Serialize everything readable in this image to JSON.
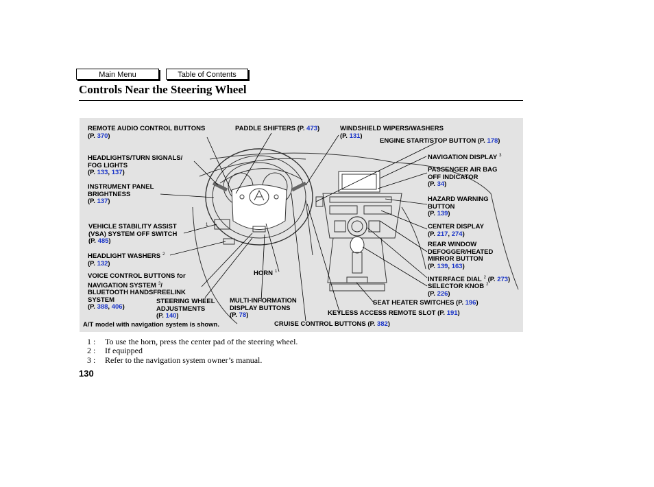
{
  "nav": {
    "main_menu": "Main Menu",
    "table_of_contents": "Table of Contents"
  },
  "page_title": "Controls Near the Steering Wheel",
  "labels": {
    "remote_audio": "REMOTE AUDIO CONTROL BUTTONS",
    "remote_audio_ref": "370",
    "paddle_shifters": "PADDLE SHIFTERS",
    "paddle_shifters_ref": "473",
    "wipers": "WINDSHIELD WIPERS/WASHERS",
    "wipers_ref": "131",
    "engine_start": "ENGINE START/STOP BUTTON",
    "engine_start_ref": "178",
    "headlights_1": "HEADLIGHTS/TURN SIGNALS/",
    "headlights_2": "FOG LIGHTS",
    "headlights_ref1": "133",
    "headlights_ref2": "137",
    "nav_display": "NAVIGATION DISPLAY",
    "nav_display_sup": "3",
    "airbag_1": "PASSENGER AIR BAG",
    "airbag_2": "OFF INDICATOR",
    "airbag_ref": "34",
    "instr_1": "INSTRUMENT PANEL",
    "instr_2": "BRIGHTNESS",
    "instr_ref": "137",
    "hazard_1": "HAZARD WARNING",
    "hazard_2": "BUTTON",
    "hazard_ref": "139",
    "vsa_1": "VEHICLE STABILITY ASSIST",
    "vsa_2": "(VSA) SYSTEM OFF SWITCH",
    "vsa_ref": "485",
    "center_display": "CENTER DISPLAY",
    "center_display_ref1": "217",
    "center_display_ref2": "274",
    "headlight_washers": "HEADLIGHT WASHERS",
    "headlight_washers_sup": "2",
    "headlight_washers_ref": "132",
    "defogger_1": "REAR WINDOW",
    "defogger_2": "DEFOGGER/HEATED",
    "defogger_3": "MIRROR BUTTON",
    "defogger_ref1": "139",
    "defogger_ref2": "163",
    "voice_1": "VOICE CONTROL BUTTONS for",
    "voice_2": "NAVIGATION SYSTEM",
    "voice_2_sup": "3",
    "voice_3": "BLUETOOTH HANDSFREELINK",
    "voice_4": "SYSTEM",
    "voice_ref1": "388",
    "voice_ref2": "406",
    "horn": "HORN",
    "horn_sup": "1",
    "interface_dial": "INTERFACE DIAL",
    "interface_dial_sup": "2",
    "interface_dial_ref": "273",
    "selector_knob": "SELECTOR KNOB",
    "selector_knob_sup": "2",
    "selector_knob_ref": "226",
    "steering_adj_1": "STEERING WHEEL",
    "steering_adj_2": "ADJUSTMENTS",
    "steering_adj_ref": "140",
    "mid_1": "MULTI-INFORMATION",
    "mid_2": "DISPLAY BUTTONS",
    "mid_ref": "78",
    "seat_heater": "SEAT HEATER SWITCHES",
    "seat_heater_ref": "196",
    "keyless": "KEYLESS ACCESS REMOTE SLOT",
    "keyless_ref": "191",
    "cruise": "CRUISE CONTROL BUTTONS",
    "cruise_ref": "382",
    "vsa_marker": "1",
    "caption": "A/T model with navigation system is shown."
  },
  "footnotes": [
    {
      "num": "1 :",
      "text": "To use the horn, press the center pad of the steering wheel."
    },
    {
      "num": "2 :",
      "text": "If equipped"
    },
    {
      "num": "3 :",
      "text": "Refer to the navigation system owner’s manual."
    }
  ],
  "page_number": "130",
  "colors": {
    "link": "#1a35c8",
    "panel_bg": "#e3e3e3"
  }
}
